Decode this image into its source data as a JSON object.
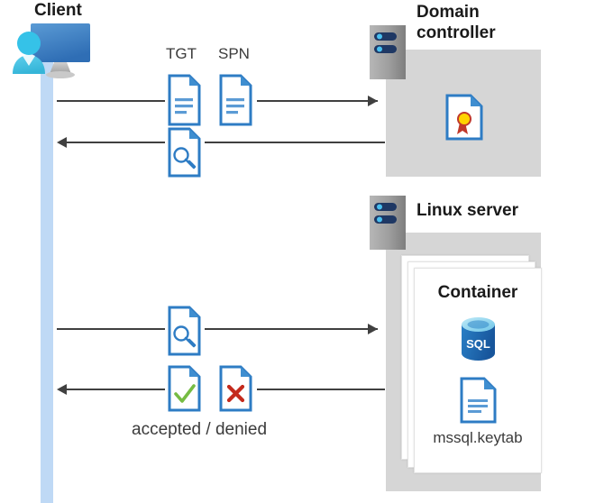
{
  "diagram": {
    "type": "kerberos-authentication-sequence",
    "background": "#ffffff",
    "colors": {
      "lifeline": "#bfd9f5",
      "zone_gray": "#d6d6d6",
      "arrow": "#404040",
      "doc_blue": "#2e7cc4",
      "accent_blue": "#0078d4",
      "check_green": "#76bc43",
      "cross_red": "#c42a1c",
      "seal_yellow": "#ffd400",
      "seal_red": "#c0392b",
      "sql_blue": "#1f6bb0"
    }
  },
  "actors": {
    "client": {
      "label": "Client",
      "icon": "client-workstation-icon"
    },
    "domain_controller": {
      "label": "Domain\ncontroller",
      "icon": "server-rack-icon",
      "contents": [
        {
          "icon": "certificate-document-icon",
          "label": ""
        }
      ]
    },
    "linux_server": {
      "label": "Linux server",
      "icon": "server-rack-icon",
      "container": {
        "label": "Container",
        "stack_count": 3,
        "items": [
          {
            "icon": "sql-database-icon",
            "label": "SQL"
          },
          {
            "icon": "keytab-document-icon",
            "label": "mssql.keytab"
          }
        ]
      }
    }
  },
  "messages": [
    {
      "id": "msg-1",
      "direction": "right",
      "from": "client",
      "to": "domain_controller",
      "icons": [
        {
          "name": "tgt-document-icon",
          "label": "TGT"
        },
        {
          "name": "spn-document-icon",
          "label": "SPN"
        }
      ]
    },
    {
      "id": "msg-2",
      "direction": "left",
      "from": "domain_controller",
      "to": "client",
      "icons": [
        {
          "name": "service-ticket-key-document-icon",
          "label": ""
        }
      ]
    },
    {
      "id": "msg-3",
      "direction": "right",
      "from": "client",
      "to": "linux_server",
      "icons": [
        {
          "name": "service-ticket-key-document-icon",
          "label": ""
        }
      ]
    },
    {
      "id": "msg-4",
      "direction": "left",
      "from": "linux_server",
      "to": "client",
      "icons": [
        {
          "name": "accepted-check-document-icon",
          "label": ""
        },
        {
          "name": "denied-cross-document-icon",
          "label": ""
        }
      ],
      "caption": "accepted / denied"
    }
  ],
  "labels": {
    "tgt": "TGT",
    "spn": "SPN",
    "accepted_denied": "accepted / denied",
    "container": "Container",
    "keytab_file": "mssql.keytab",
    "sql_badge": "SQL",
    "client": "Client",
    "domain_controller": "Domain\ncontroller",
    "linux_server": "Linux server"
  }
}
